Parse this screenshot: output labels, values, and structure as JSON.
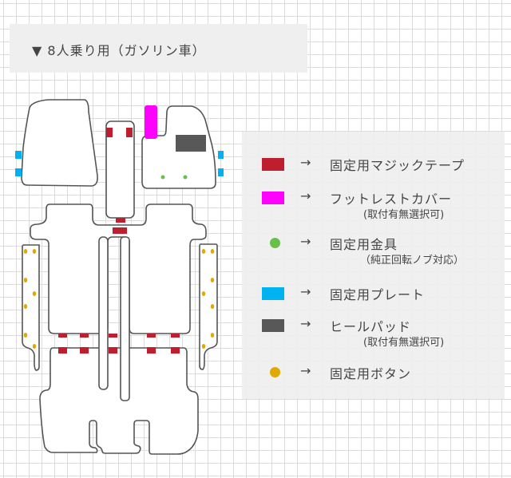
{
  "header": {
    "title": "▼ 8人乗り用（ガソリン車）"
  },
  "colors": {
    "velcro": "#be1e2d",
    "footrest": "#ff00ff",
    "metal": "#6abf4b",
    "plate": "#00b2f0",
    "heelpad": "#585858",
    "button": "#e0a800"
  },
  "legend": {
    "arrow": "→",
    "items": [
      {
        "icon": "red-rect",
        "label": "固定用マジックテープ",
        "sub": null
      },
      {
        "icon": "magenta-rect",
        "label": "フットレストカバー",
        "sub": "(取付有無選択可)"
      },
      {
        "icon": "green-dot",
        "label": "固定用金具",
        "sub": "（純正回転ノブ対応）"
      },
      {
        "icon": "blue-rect",
        "label": "固定用プレート",
        "sub": null
      },
      {
        "icon": "gray-rect",
        "label": "ヒールパッド",
        "sub": "(取付有無選択可)"
      },
      {
        "icon": "yellow-dot",
        "label": "固定用ボタン",
        "sub": null
      }
    ]
  }
}
